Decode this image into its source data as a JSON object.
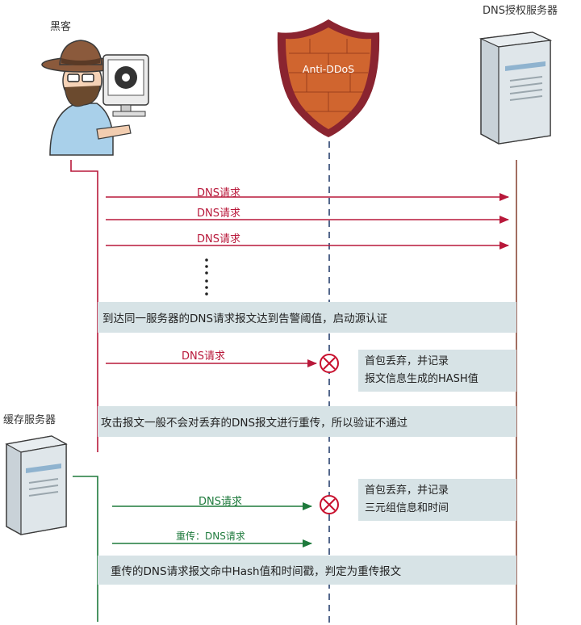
{
  "actors": {
    "hacker": "黑客",
    "dns_server": "DNS授权服务器",
    "cache_server": "缓存服务器",
    "shield": "Anti-DDoS"
  },
  "messages": {
    "m1": "DNS请求",
    "m2": "DNS请求",
    "m3": "DNS请求",
    "m4": "DNS请求",
    "m5": "DNS请求",
    "m6": "重传：DNS请求"
  },
  "bands": {
    "b1": "到达同一服务器的DNS请求报文达到告警阈值，启动源认证",
    "b2": "攻击报文一般不会对丢弃的DNS报文进行重传，所以验证不通过",
    "b3": "重传的DNS请求报文命中Hash值和时间戳，判定为重传报文"
  },
  "notes": {
    "n1": [
      "首包丢弃，并记录",
      "报文信息生成的HASH值"
    ],
    "n2": [
      "首包丢弃，并记录",
      "三元组信息和时间"
    ]
  },
  "colors": {
    "red": "#b8183a",
    "green": "#1e7a3c",
    "band": "#d7e3e6",
    "shield": "#d0652f",
    "shield_border": "#8a2430",
    "lifeline_brown": "#8a4a3a",
    "lifeline_blue": "#2a4270"
  }
}
